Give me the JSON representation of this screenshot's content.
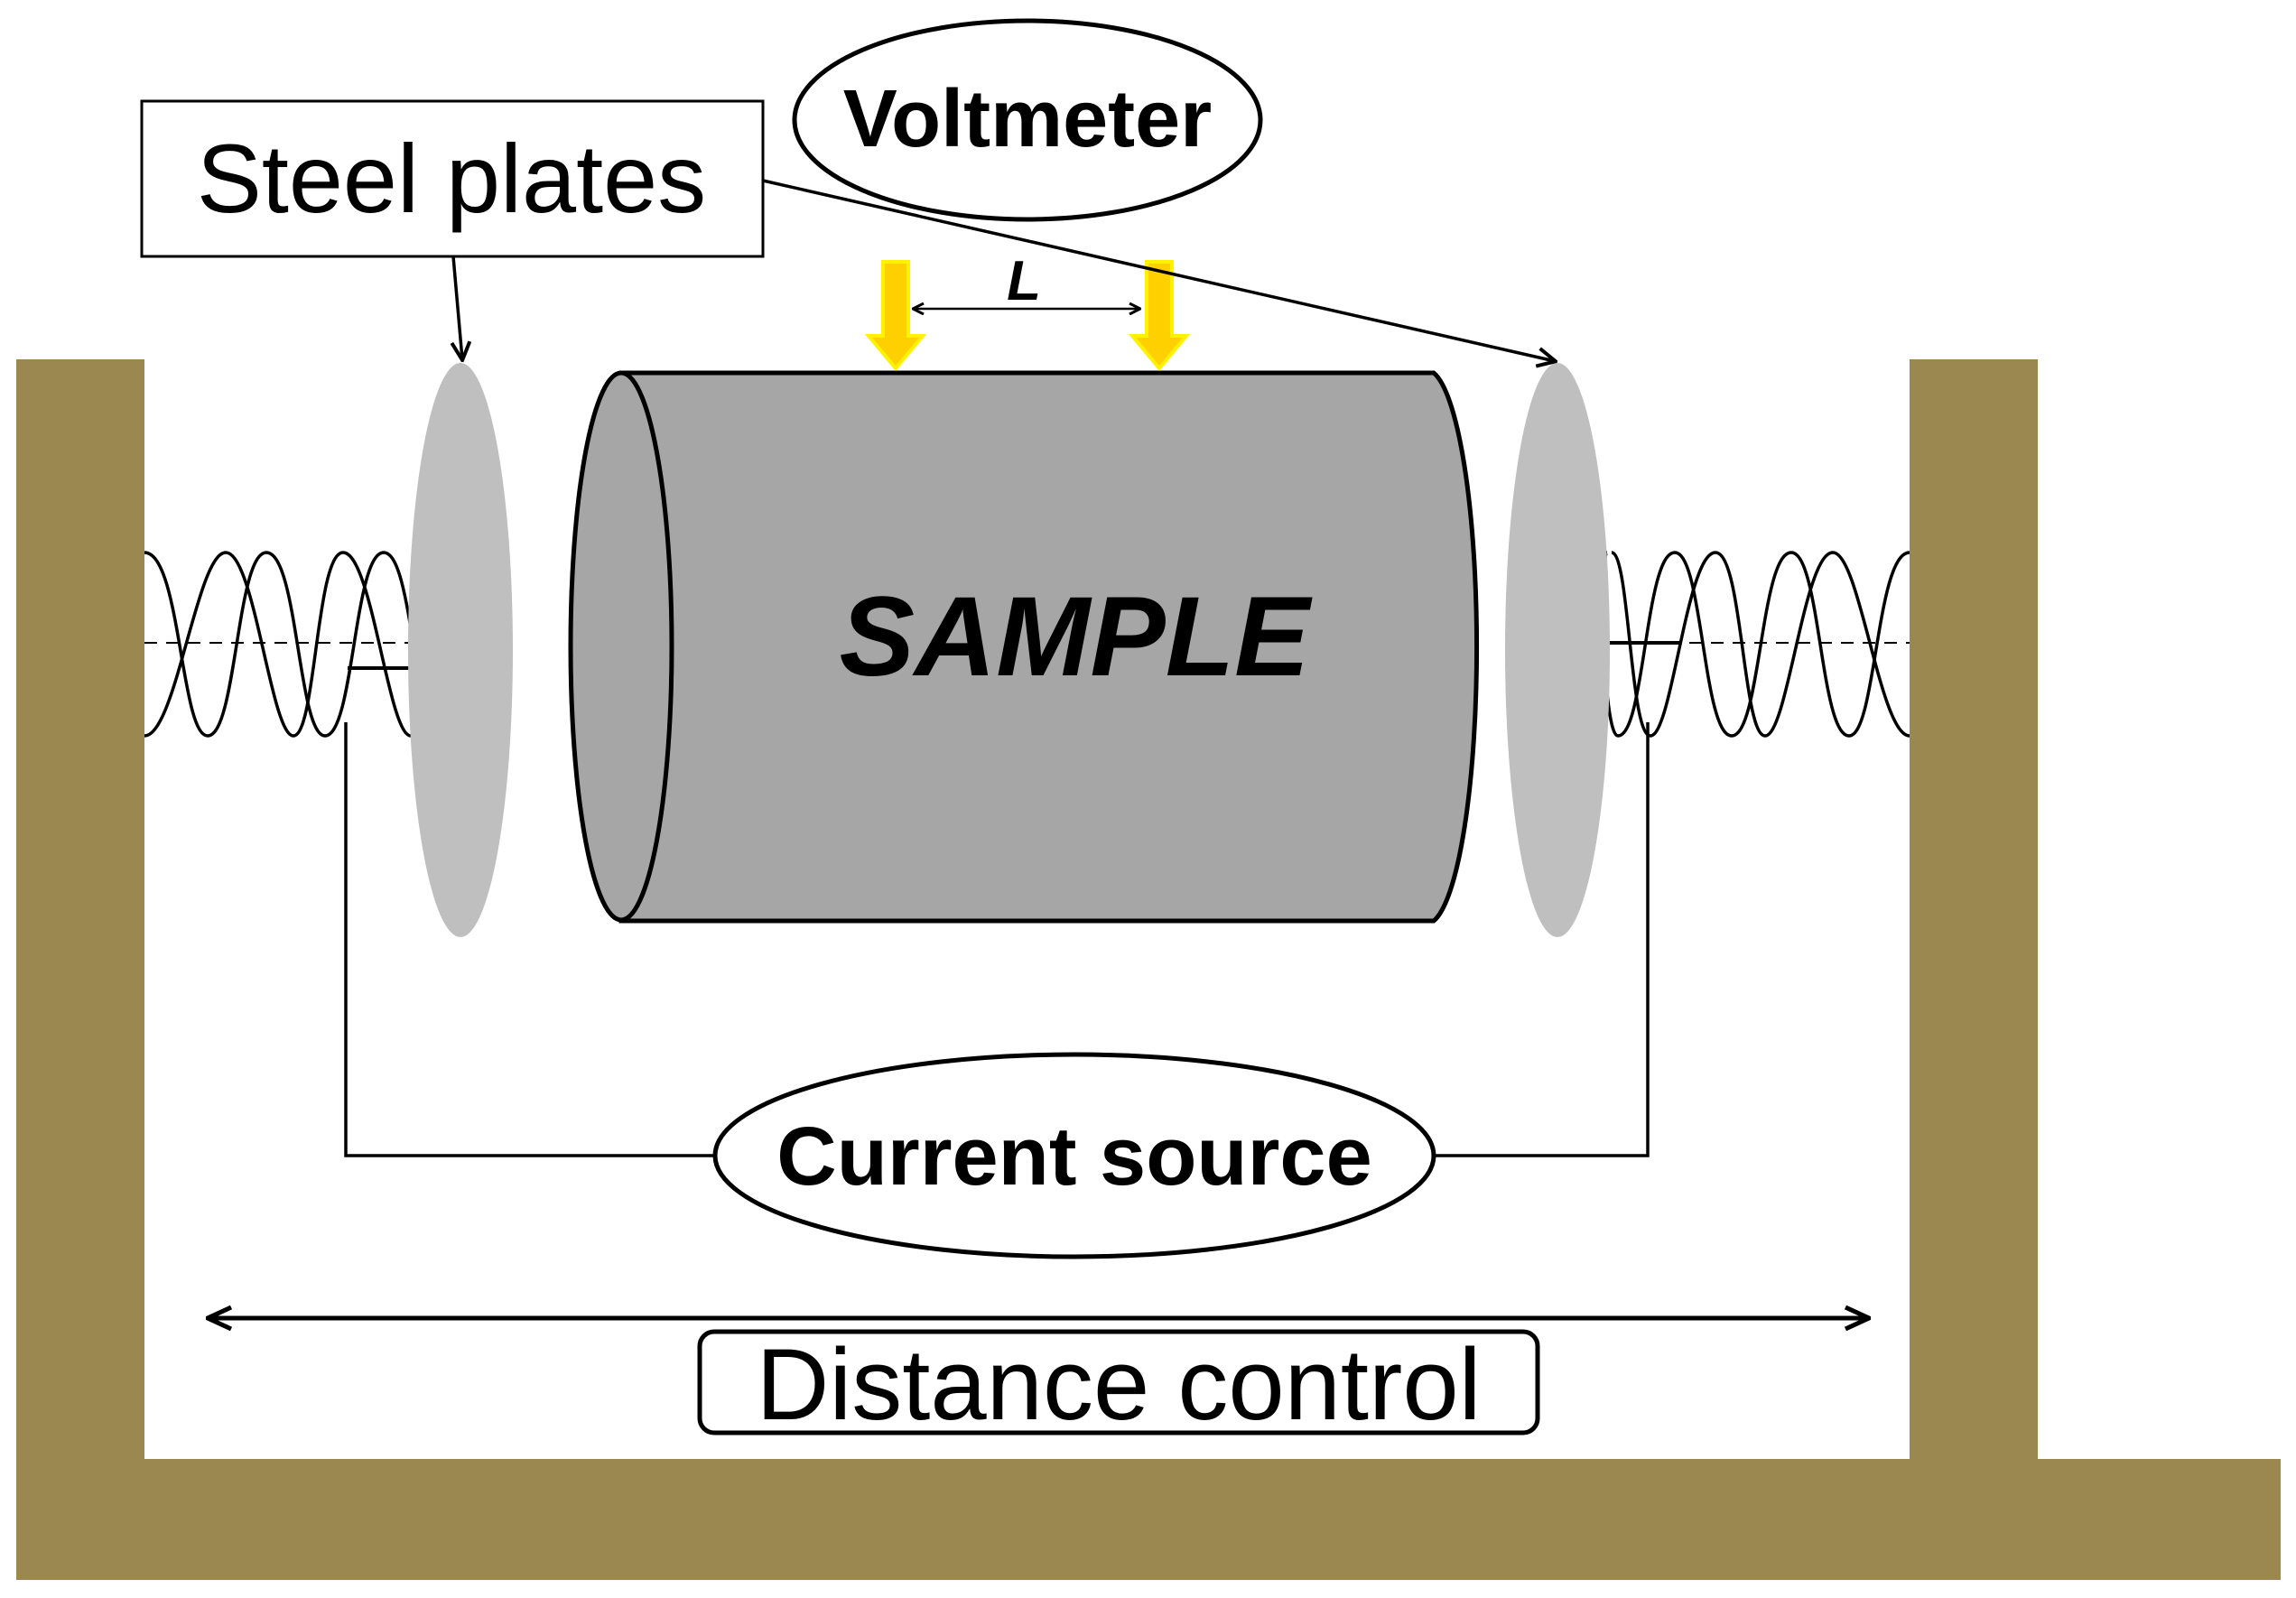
{
  "labels": {
    "steel_plates": "Steel plates",
    "voltmeter": "Voltmeter",
    "length": "L",
    "sample": "SAMPLE",
    "current_source": "Current source",
    "distance_control": "Distance control"
  },
  "colors": {
    "frame": "#9A8850",
    "sample_body": "#A6A6A6",
    "steel_plate": "#BFBFBF",
    "probe_arrow": "#FFD000",
    "probe_arrow_edge": "#FFF200",
    "line": "#000000",
    "background": "#FFFFFF"
  }
}
